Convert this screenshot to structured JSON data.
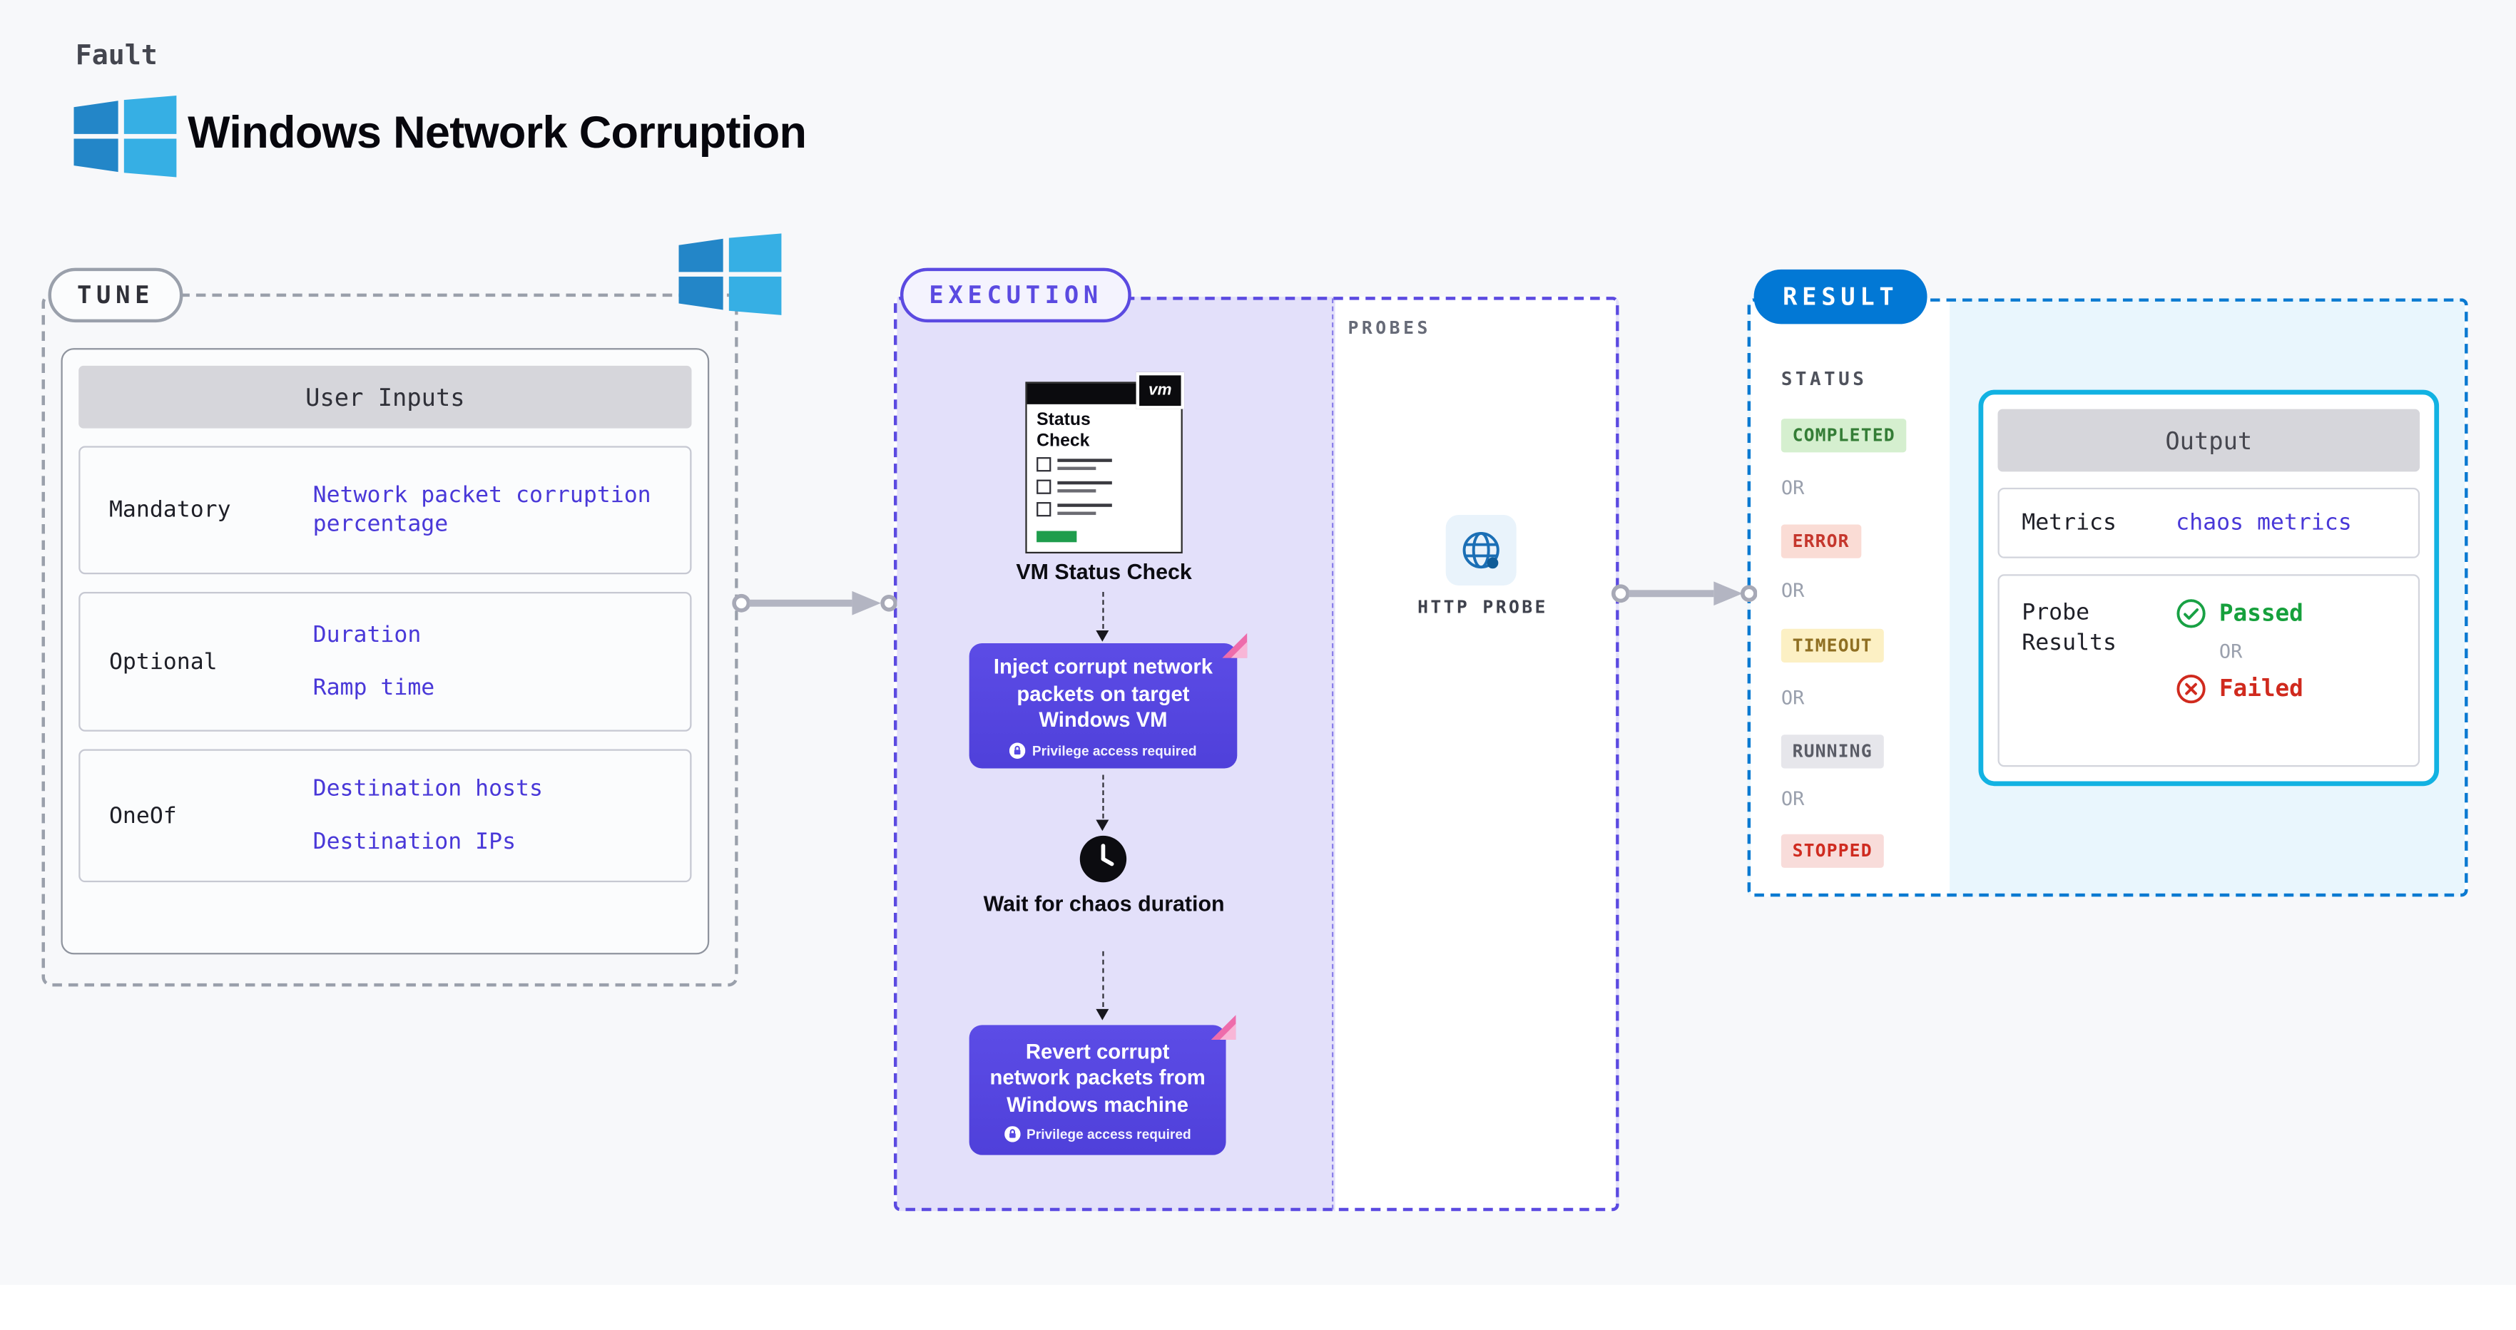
{
  "colors": {
    "canvas_bg": "#f7f8fa",
    "execution_indigo": "#5b4ae1",
    "step_purple": "#5547e2",
    "result_blue": "#0278d5",
    "output_cyan": "#12b2e2",
    "link_purple": "#4938d8",
    "success_green": "#18a144",
    "fail_red": "#d02a1e",
    "warning_yellow_bg": "#fcf0c4",
    "neutral_gray_bg": "#e6e6eb"
  },
  "icons": {
    "brand": "windows-logo-icon",
    "vm_check": "vm-status-card-icon",
    "wait": "clock-icon",
    "privilege": "lock-icon",
    "step_decoration": "chaos-icon",
    "http_probe": "globe-icon",
    "passed": "check-circle-icon",
    "failed": "x-circle-icon",
    "connector": "arrow-right-icon"
  },
  "header": {
    "kind_label": "Fault",
    "title": "Windows Network Corruption"
  },
  "tune": {
    "pill": "TUNE",
    "table": {
      "header": "User Inputs",
      "rows": [
        {
          "label": "Mandatory",
          "links": [
            "Network packet corruption percentage"
          ]
        },
        {
          "label": "Optional",
          "links": [
            "Duration",
            "Ramp time"
          ]
        },
        {
          "label": "OneOf",
          "links": [
            "Destination hosts",
            "Destination IPs"
          ]
        }
      ]
    }
  },
  "execution": {
    "pill": "EXECUTION",
    "vm_status_check": {
      "brand": "vm",
      "card_title": "Status Check",
      "caption": "VM Status Check"
    },
    "steps": {
      "inject": {
        "text": "Inject corrupt network packets on target Windows VM",
        "badge": "Privilege access required"
      },
      "wait": {
        "text": "Wait for chaos duration"
      },
      "revert": {
        "text": "Revert corrupt network packets from Windows machine",
        "badge": "Privilege access required"
      }
    },
    "probes": {
      "label": "PROBES",
      "http_probe_label": "HTTP PROBE"
    }
  },
  "result": {
    "pill": "RESULT",
    "status": {
      "label": "STATUS",
      "or_label": "OR",
      "badges": [
        {
          "text": "COMPLETED",
          "kind": "success"
        },
        {
          "text": "ERROR",
          "kind": "error"
        },
        {
          "text": "TIMEOUT",
          "kind": "warning"
        },
        {
          "text": "RUNNING",
          "kind": "neutral"
        },
        {
          "text": "STOPPED",
          "kind": "stopped"
        }
      ]
    },
    "output": {
      "header": "Output",
      "rows": {
        "metrics": {
          "label": "Metrics",
          "link": "chaos metrics"
        },
        "probe_results": {
          "label": "Probe Results",
          "passed": "Passed",
          "or": "OR",
          "failed": "Failed"
        }
      }
    }
  }
}
